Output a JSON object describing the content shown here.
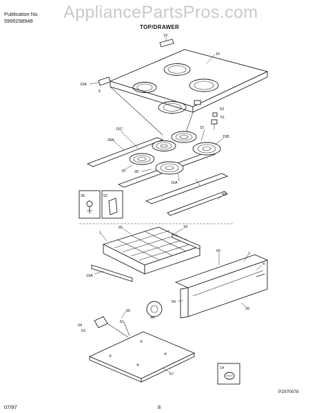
{
  "header": {
    "publication_label": "Publication No.",
    "publication_number": "5995298949",
    "title": "TOP/DRAWER",
    "watermark": "AppliancePartsPros.com"
  },
  "footer": {
    "date": "07/97",
    "page": "8",
    "drawing_id": "P2970078"
  },
  "callouts": {
    "c19_top": "19",
    "c16": "16",
    "c19a_left": "19A",
    "c5": "5",
    "c53": "53",
    "c51": "51",
    "c15c": "15C",
    "c15_r": "15",
    "c15b": "15B",
    "c28a": "28A",
    "c15_l": "15",
    "c28": "28",
    "c15a": "15A",
    "c49": "49",
    "c36": "36",
    "c52": "52",
    "c65": "65",
    "c18": "18",
    "c1": "1",
    "c19a_drawer": "19A",
    "c60": "60",
    "c2": "2",
    "c4": "4",
    "c59": "59",
    "c39": "39",
    "c44": "44",
    "c56": "56",
    "c61": "61",
    "c64": "64",
    "c63": "63",
    "c57": "57",
    "c14": "14"
  }
}
